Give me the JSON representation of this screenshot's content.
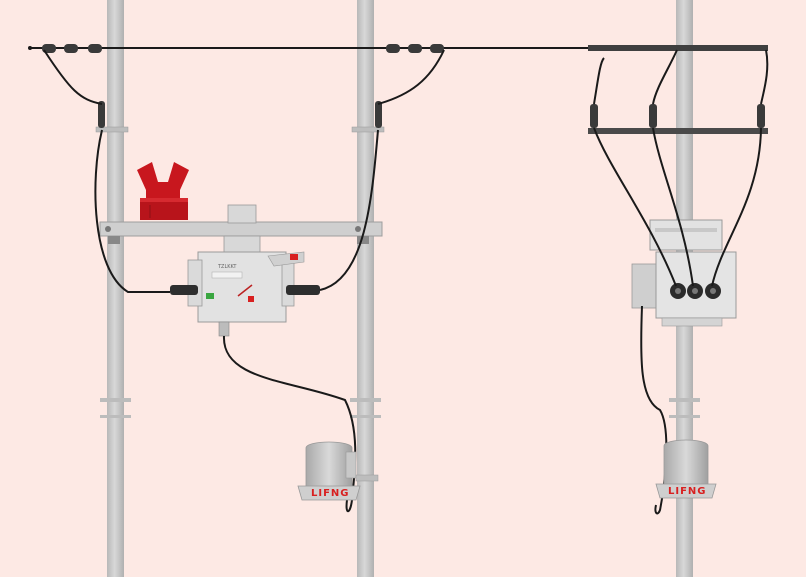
{
  "colors": {
    "background": "#fde9e4",
    "pole": "#c9c9c9",
    "pole_edge": "#a8a8a8",
    "crossarm": "#c4c4c4",
    "wire": "#1a1a1a",
    "insulator": "#3a3a3a",
    "transformer_red": "#c8171e",
    "equipment": "#d6d6d6",
    "controller": "#bdbdbd",
    "brand_red": "#d82020"
  },
  "left_controller": {
    "brand": "LIFNG"
  },
  "right_controller": {
    "brand": "LIFNG"
  },
  "breaker_left": {
    "nameplate": "TZLKKT"
  }
}
